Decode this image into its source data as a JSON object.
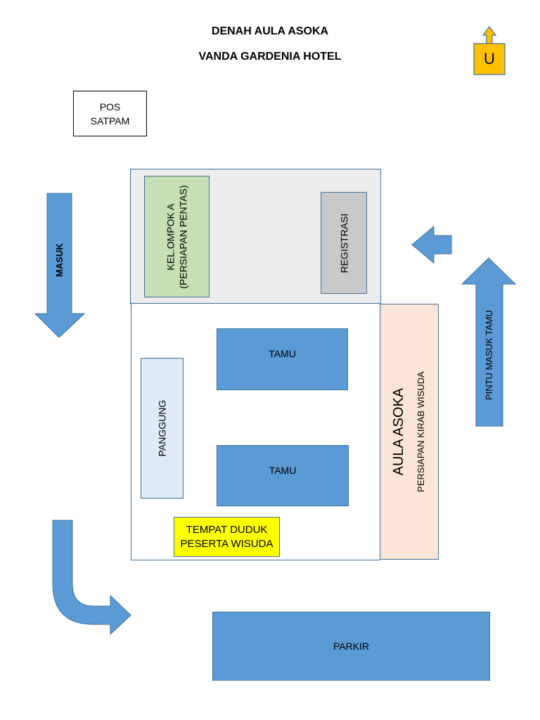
{
  "title_line1": "DENAH AULA ASOKA",
  "title_line2": "VANDA GARDENIA HOTEL",
  "compass": {
    "label": "U",
    "color": "#ffc000"
  },
  "pos_satpam": {
    "line1": "POS",
    "line2": "SATPAM"
  },
  "kelompok": {
    "line1": "KEL.OMPOK A",
    "line2": "(PERSIAPAN PENTAS)"
  },
  "registrasi": "REGISTRASI",
  "masuk": "MASUK",
  "pintu_masuk_tamu": "PINTU MASUK TAMU",
  "tamu_top": "TAMU",
  "tamu_bottom": "TAMU",
  "panggung": "PANGGUNG",
  "aula": {
    "name": "AULA ASOKA",
    "sub": "PERSIAPAN KIRAB WISUDA"
  },
  "tempat_duduk": {
    "line1": "TEMPAT DUDUK",
    "line2": "PESERTA WISUDA"
  },
  "parkir": "PARKIR",
  "colors": {
    "blue": "#5b9bd5",
    "blue_border": "#41719c",
    "green": "#c5e0b4",
    "gray": "#c9c9c9",
    "lobby": "#ededed",
    "peach": "#fbe5d6",
    "lightblue": "#deebf7",
    "yellow": "#ffff00"
  }
}
